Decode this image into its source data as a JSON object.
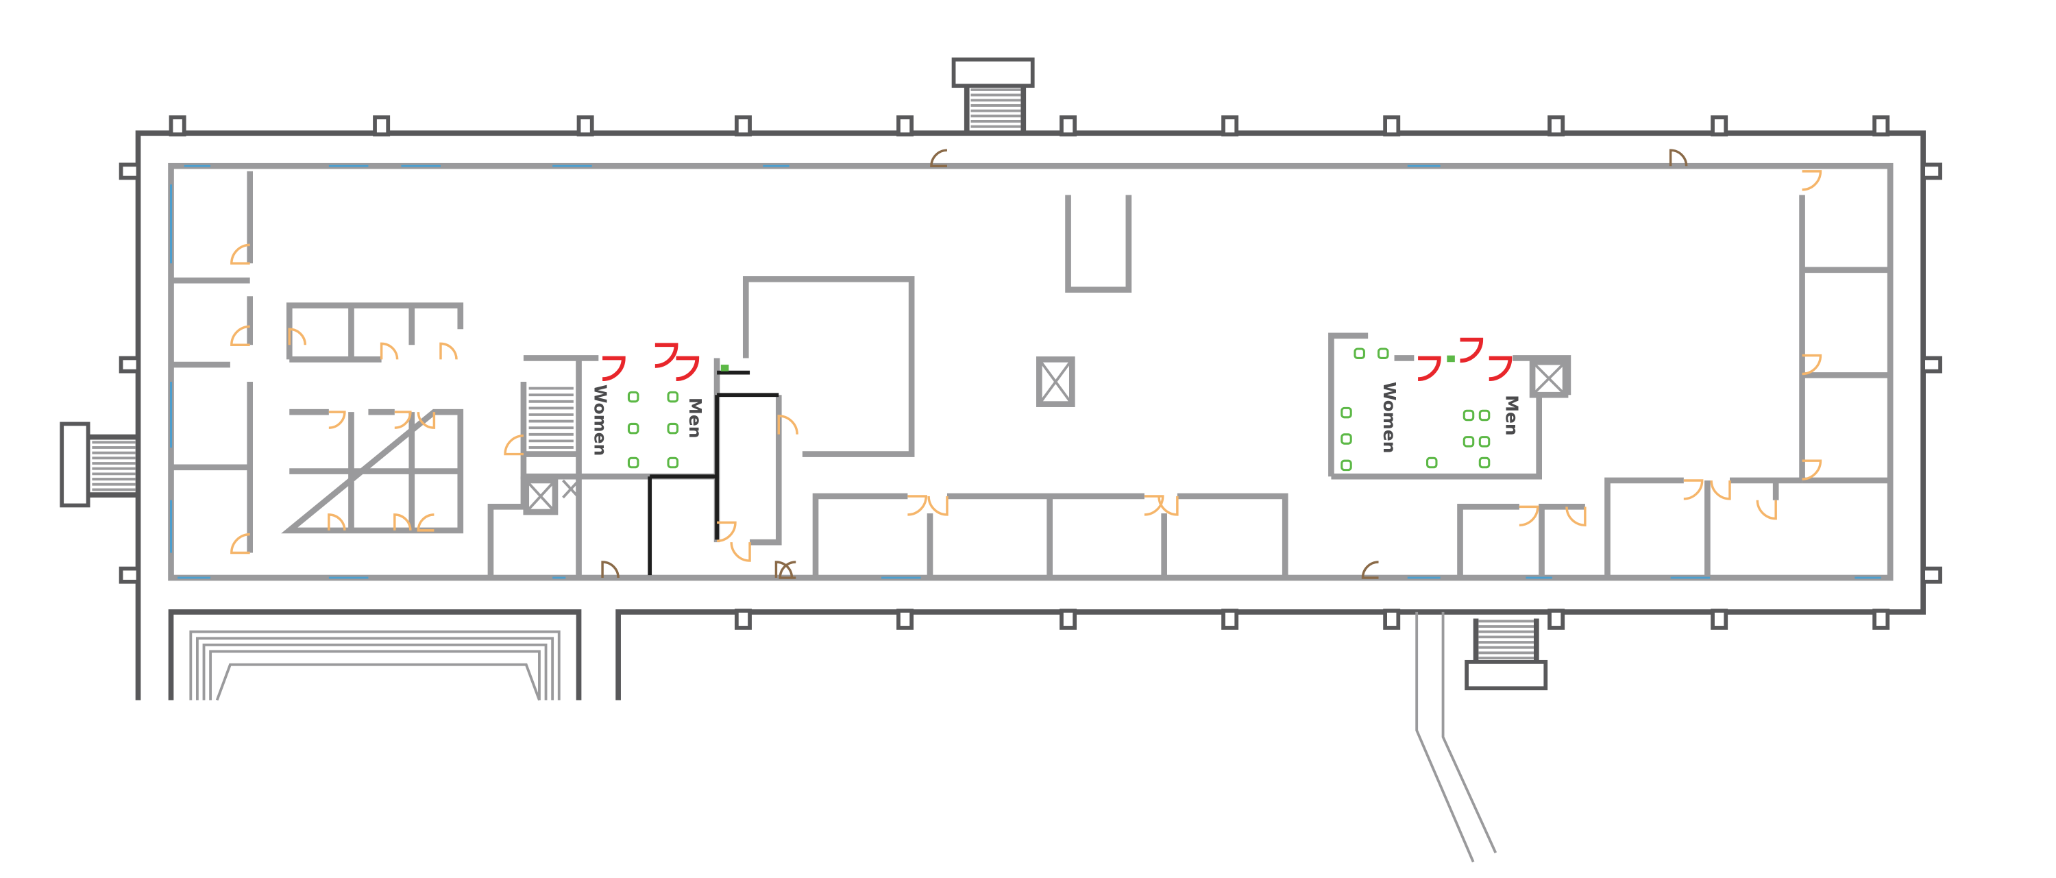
{
  "restrooms": {
    "west": {
      "women": "Women",
      "men": "Men"
    },
    "east": {
      "women": "Women",
      "men": "Men"
    }
  },
  "colors": {
    "exterior_wall": "#58585a",
    "interior_wall": "#9a9a9c",
    "door": "#f5b56a",
    "restroom_door": "#e8262b",
    "fixture": "#5cb846",
    "window": "#4a9fd0"
  }
}
